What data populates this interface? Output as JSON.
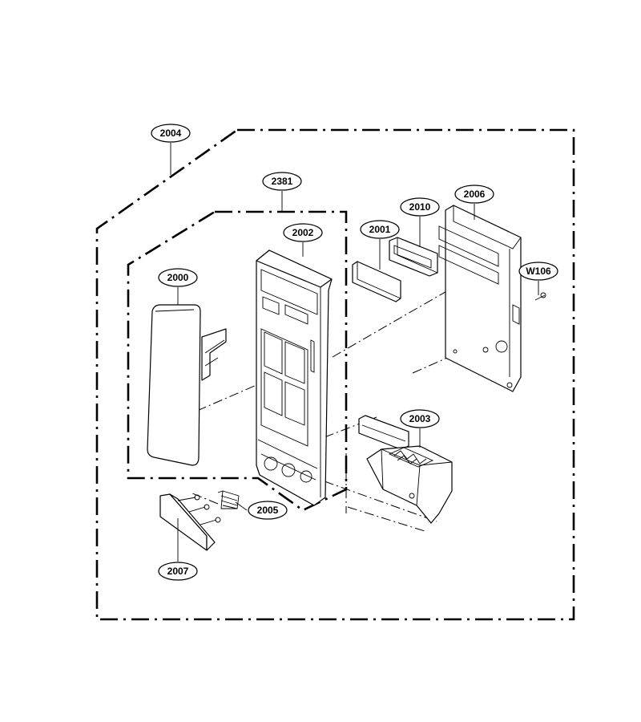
{
  "callouts": {
    "c2004": "2004",
    "c2381": "2381",
    "c2002": "2002",
    "c2000": "2000",
    "c2001": "2001",
    "c2010": "2010",
    "c2006": "2006",
    "cW106": "W106",
    "c2003": "2003",
    "c2005": "2005",
    "c2007": "2007"
  }
}
